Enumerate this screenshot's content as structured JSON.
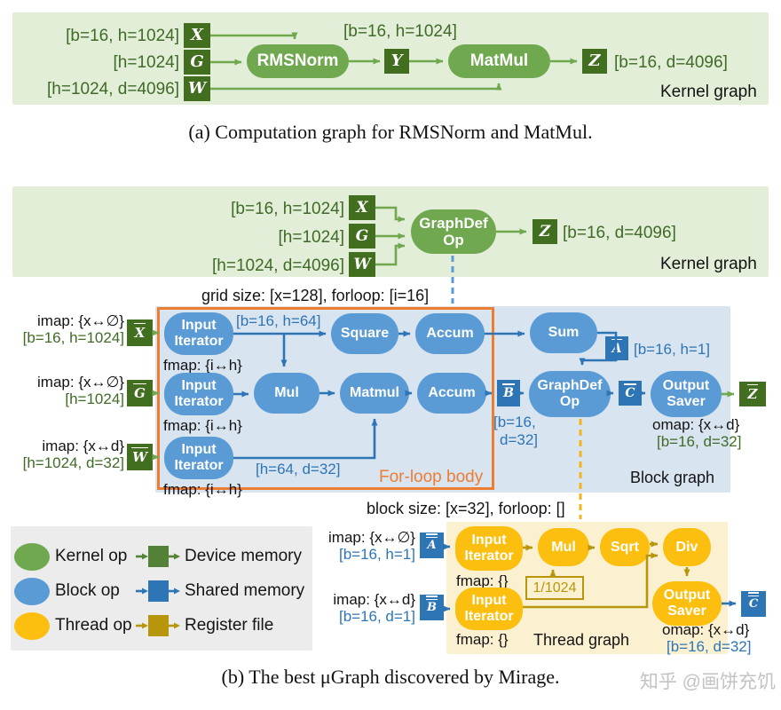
{
  "panel_a": {
    "in1_dims": "[b=16, h=1024]",
    "in1_letter": "X",
    "in2_dims": "[h=1024]",
    "in2_letter": "G",
    "in3_dims": "[h=1024, d=4096]",
    "in3_letter": "W",
    "op1": "RMSNorm",
    "op2": "MatMul",
    "mid_dims": "[b=16, h=1024]",
    "mid_letter": "Y",
    "out_letter": "Z",
    "out_dims": "[b=16, d=4096]",
    "tag": "Kernel graph"
  },
  "caption_a": "(a) Computation graph for RMSNorm and MatMul.",
  "kernel_b": {
    "in1_dims": "[b=16, h=1024]",
    "in1_letter": "X",
    "in2_dims": "[h=1024]",
    "in2_letter": "G",
    "in3_dims": "[h=1024, d=4096]",
    "in3_letter": "W",
    "op_l1": "GraphDef",
    "op_l2": "Op",
    "out_letter": "Z",
    "out_dims": "[b=16, d=4096]",
    "tag": "Kernel graph"
  },
  "block": {
    "title": "grid size: [x=128], forloop: [i=16]",
    "in1_imap": "imap: {x↔∅}",
    "in1_dims": "[b=16, h=1024]",
    "in1_letter": "X",
    "in2_imap": "imap: {x↔∅}",
    "in2_dims": "[h=1024]",
    "in2_letter": "G",
    "in3_imap": "imap: {x↔d}",
    "in3_dims": "[h=1024, d=32]",
    "in3_letter": "W",
    "node_input_l1": "Input",
    "node_input_l2": "Iterator",
    "fmap": "fmap: {i↔h}",
    "edge1_dims": "[b=16, h=64]",
    "square": "Square",
    "accum": "Accum",
    "sum": "Sum",
    "mul": "Mul",
    "matmul": "Matmul",
    "graphdef_l1": "GraphDef",
    "graphdef_l2": "Op",
    "output_l1": "Output",
    "output_l2": "Saver",
    "a_letter": "A",
    "a_dims": "[b=16, h=1]",
    "b_letter": "B",
    "b_dims_l1": "[b=16,",
    "b_dims_l2": "d=32]",
    "c_letter": "C",
    "z_letter": "Z",
    "omap": "omap: {x↔d}",
    "out_dims": "[b=16, d=32]",
    "edge3_dims": "[h=64, d=32]",
    "forloop_tag": "For-loop body",
    "tag": "Block graph"
  },
  "thread": {
    "title": "block size: [x=32], forloop: []",
    "in1_imap": "imap: {x↔∅}",
    "in1_dims": "[b=16, h=1]",
    "in1_letter": "A",
    "in2_imap": "imap: {x↔d}",
    "in2_dims": "[b=16, d=1]",
    "in2_letter": "B",
    "node_input_l1": "Input",
    "node_input_l2": "Iterator",
    "fmap": "fmap: {}",
    "mul": "Mul",
    "sqrt": "Sqrt",
    "div": "Div",
    "const": "1/1024",
    "output_l1": "Output",
    "output_l2": "Saver",
    "c_letter": "C",
    "omap": "omap: {x↔d}",
    "out_dims": "[b=16, d=32]",
    "tag": "Thread graph"
  },
  "legend": {
    "op1": "Kernel op",
    "op2": "Block op",
    "op3": "Thread op",
    "mem1": "Device memory",
    "mem2": "Shared memory",
    "mem3": "Register file"
  },
  "caption_b": "(b) The best μGraph discovered by Mirage.",
  "watermark": "知乎 @画饼充饥",
  "colors": {
    "kernel_green": "#6fa84e",
    "device_green": "#426e1f",
    "green_text": "#3f6b27",
    "panel_green": "#e2eed7",
    "block_blue": "#5b9bd5",
    "shared_blue": "#2e75b6",
    "panel_blue": "#d8e4f0",
    "thread_yellow": "#fcbf10",
    "register_gold": "#b8960c",
    "panel_yellow": "#fbf1d0",
    "orange": "#ed7d31",
    "legend_gray": "#ececec",
    "dash_blue": "#5b9bd5",
    "dash_yellow": "#f3b31c"
  }
}
